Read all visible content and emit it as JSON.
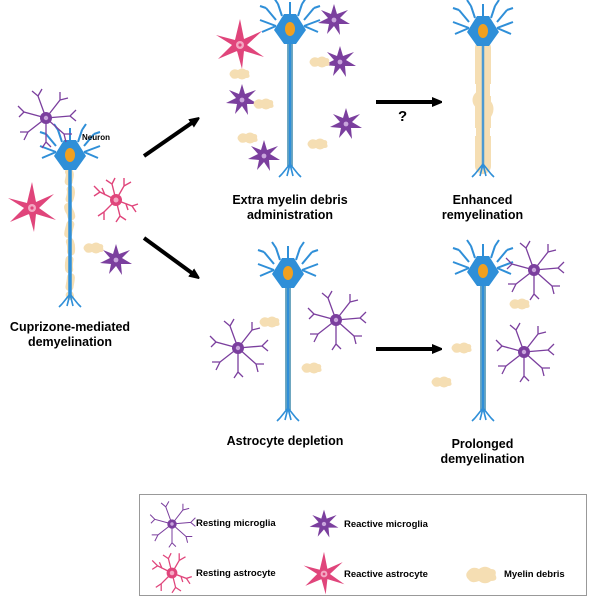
{
  "labels": {
    "neuron": "Neuron",
    "cuprizone": [
      "Cuprizone-mediated",
      "demyelination"
    ],
    "extra_myelin": [
      "Extra myelin debris",
      "administration"
    ],
    "enhanced": [
      "Enhanced",
      "remyelination"
    ],
    "astro_depletion": "Astrocyte depletion",
    "prolonged": [
      "Prolonged",
      "demyelination"
    ],
    "question": "?"
  },
  "legend": {
    "resting_microglia": "Resting microglia",
    "reactive_microglia": "Reactive microglia",
    "resting_astrocyte": "Resting astrocyte",
    "reactive_astrocyte": "Reactive astrocyte",
    "myelin_debris": "Myelin debris"
  },
  "colors": {
    "neuron": "#2f8fd8",
    "neuron_nucleus": "#f0a020",
    "myelin": "#f5deb3",
    "microglia": "#7b3f9e",
    "astrocyte": "#e0457b"
  }
}
